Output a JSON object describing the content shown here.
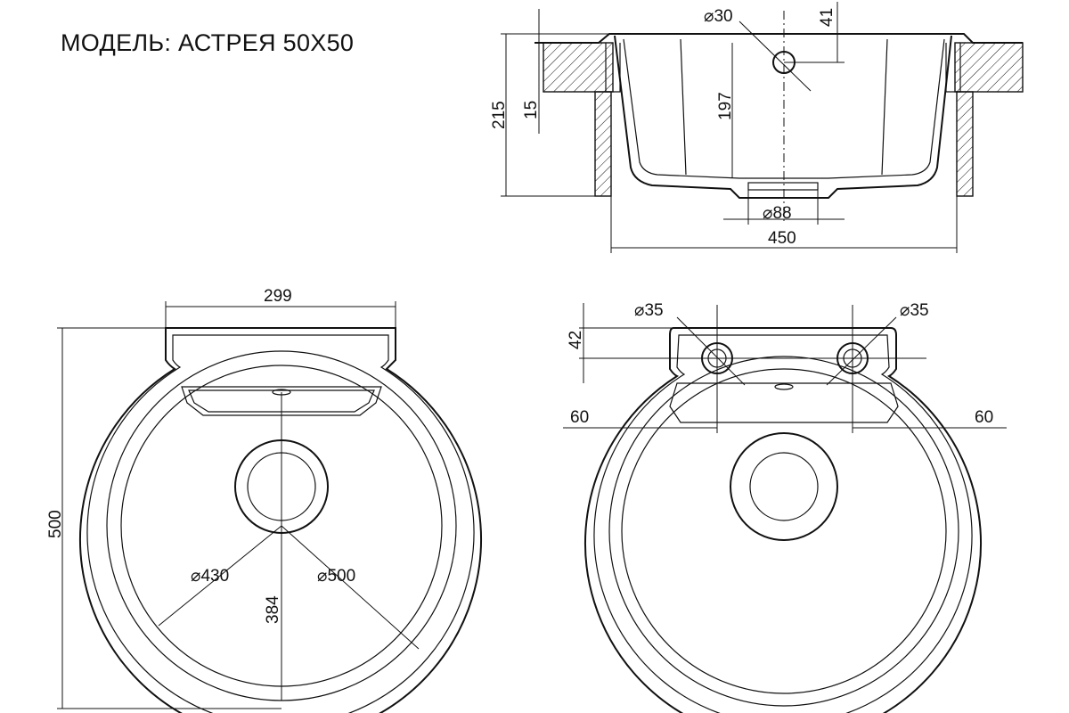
{
  "title": "МОДЕЛЬ: АСТРЕЯ 50X50",
  "dimensions": {
    "section_hole_dia": "30",
    "section_top_offset": "41",
    "section_total_height": "215",
    "section_rim_thickness": "15",
    "section_bowl_depth": "197",
    "section_drain_dia": "88",
    "section_width": "450",
    "top_rim_width": "299",
    "top_total_length": "500",
    "top_bowl_dia": "430",
    "top_outer_dia": "500",
    "top_drain_offset": "384",
    "holes_left_dia": "35",
    "holes_right_dia": "35",
    "holes_edge_offset": "42",
    "holes_left_offset": "60",
    "holes_right_offset": "60"
  },
  "dia_symbol": "⌀"
}
